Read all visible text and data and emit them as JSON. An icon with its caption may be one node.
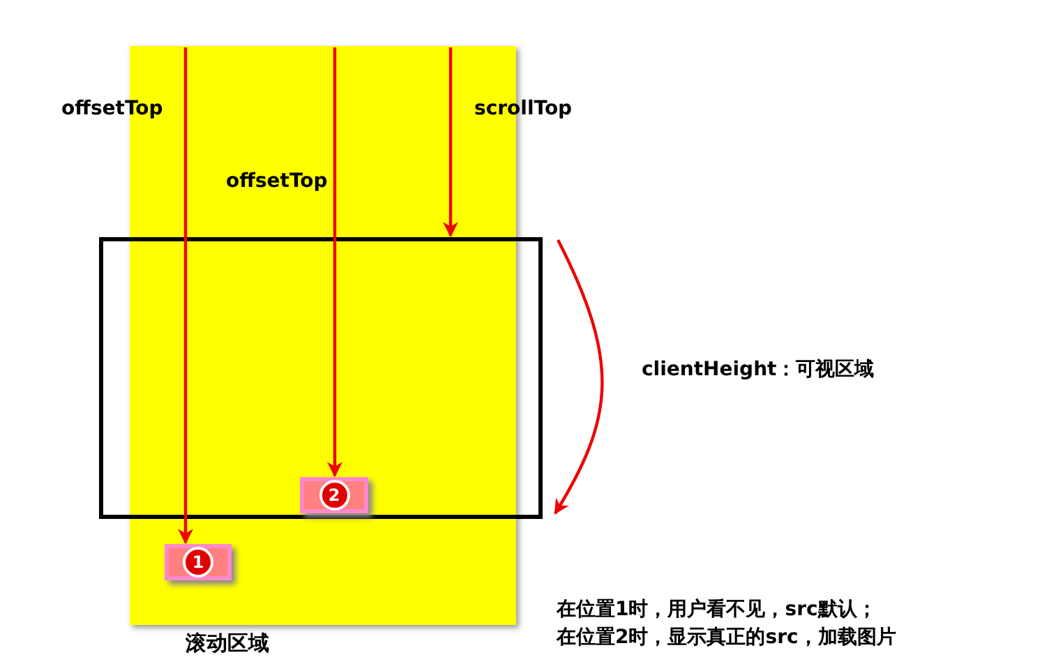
{
  "diagram": {
    "nodes": [
      {
        "text": [
          "滚动区域"
        ]
      },
      {
        "text": [],
        "shape": "box"
      },
      {
        "text": [
          "1"
        ],
        "in": 0
      },
      {
        "text": [
          "2"
        ],
        "in": 1
      }
    ],
    "edges": [
      {
        "from": 0,
        "to": 2,
        "arrow": "to",
        "label": "offsetTop"
      },
      {
        "from": 0,
        "to": 3,
        "arrow": "to",
        "label": "offsetTop"
      },
      {
        "from": 0,
        "to": 1,
        "arrow": "to",
        "label": "scrollTop"
      }
    ],
    "labels": [
      "clientHeight：可视区域",
      "在位置1时，用户看不见，src默认；",
      "在位置2时，显示真正的src，加载图片"
    ]
  }
}
